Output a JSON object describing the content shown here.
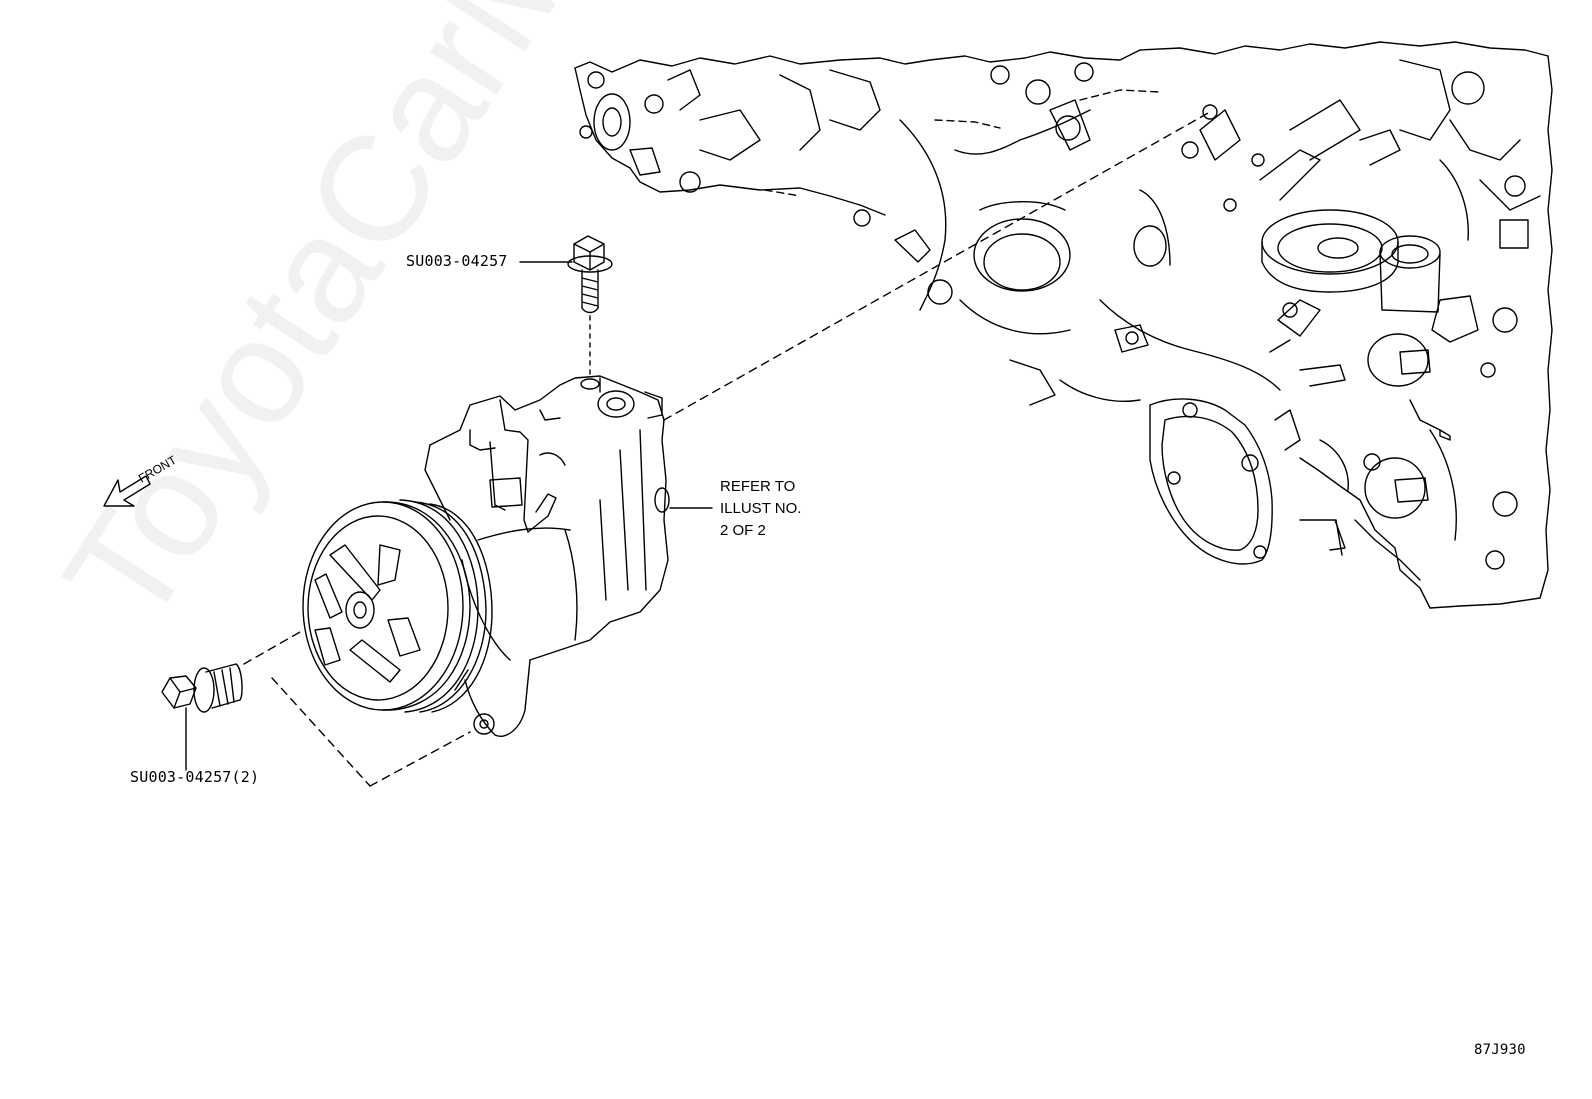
{
  "watermark": "ToyotaCarMirror",
  "callouts": {
    "bolt_top": "SU003-04257",
    "bolt_bottom": "SU003-04257(2)",
    "refer_line1": "REFER TO",
    "refer_line2": "ILLUST NO.",
    "refer_line3": "2 OF 2"
  },
  "front_label": "FRONT",
  "diagram_code": "87J930"
}
